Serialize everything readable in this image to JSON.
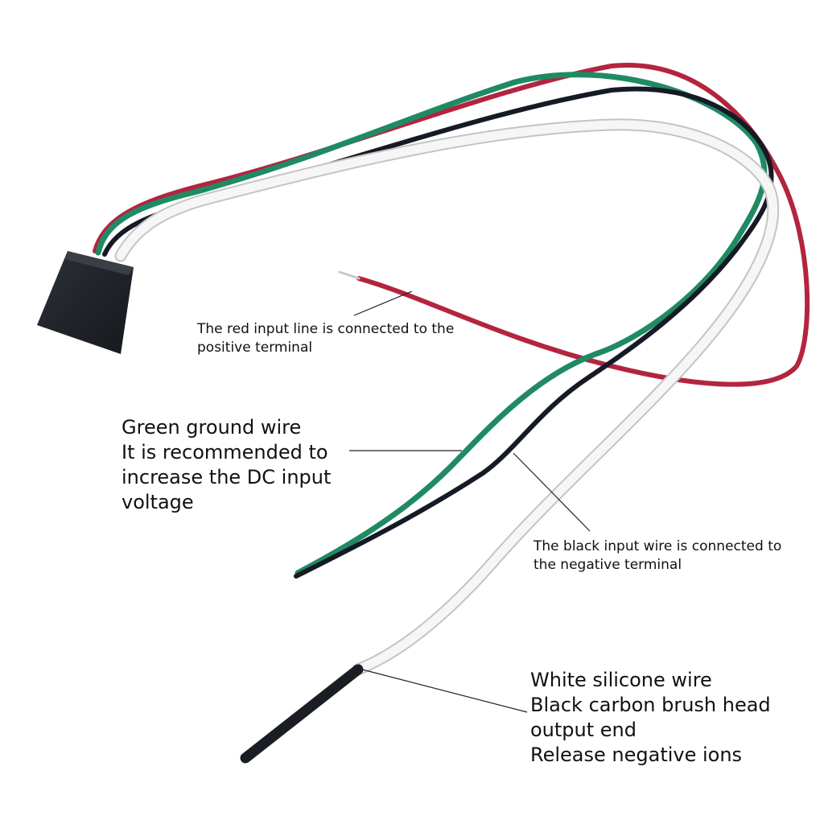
{
  "colors": {
    "background": "#ffffff",
    "wire_red": "#b3243f",
    "wire_green": "#1f8a63",
    "wire_black": "#151a26",
    "wire_white": "#ececec",
    "module_body": "#1d2126",
    "leader_line": "#222222",
    "text": "#111111"
  },
  "labels": {
    "red_input": {
      "line1": "The red input line is connected to the",
      "line2": "positive terminal"
    },
    "green_ground": {
      "line1": "Green ground wire",
      "line2": "It is recommended to",
      "line3": "increase the DC input",
      "line4": "voltage"
    },
    "black_input": {
      "line1": "The black input wire is connected to",
      "line2": "the negative terminal"
    },
    "white_output": {
      "line1": "White silicone wire",
      "line2": "Black carbon brush head",
      "line3": "output end",
      "line4": "Release negative ions"
    }
  }
}
